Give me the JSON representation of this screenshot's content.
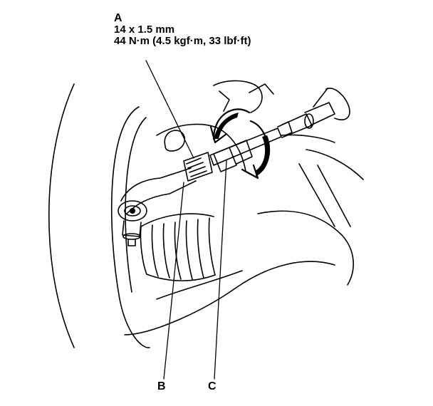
{
  "callout_a": {
    "letter": "A",
    "size": "14 x 1.5 mm",
    "torque": "44 N·m (4.5 kgf·m, 33 lbf·ft)"
  },
  "callout_b": {
    "letter": "B"
  },
  "callout_c": {
    "letter": "C"
  },
  "colors": {
    "ink": "#000000",
    "paper": "#ffffff",
    "shade": "#2a2a2a"
  }
}
